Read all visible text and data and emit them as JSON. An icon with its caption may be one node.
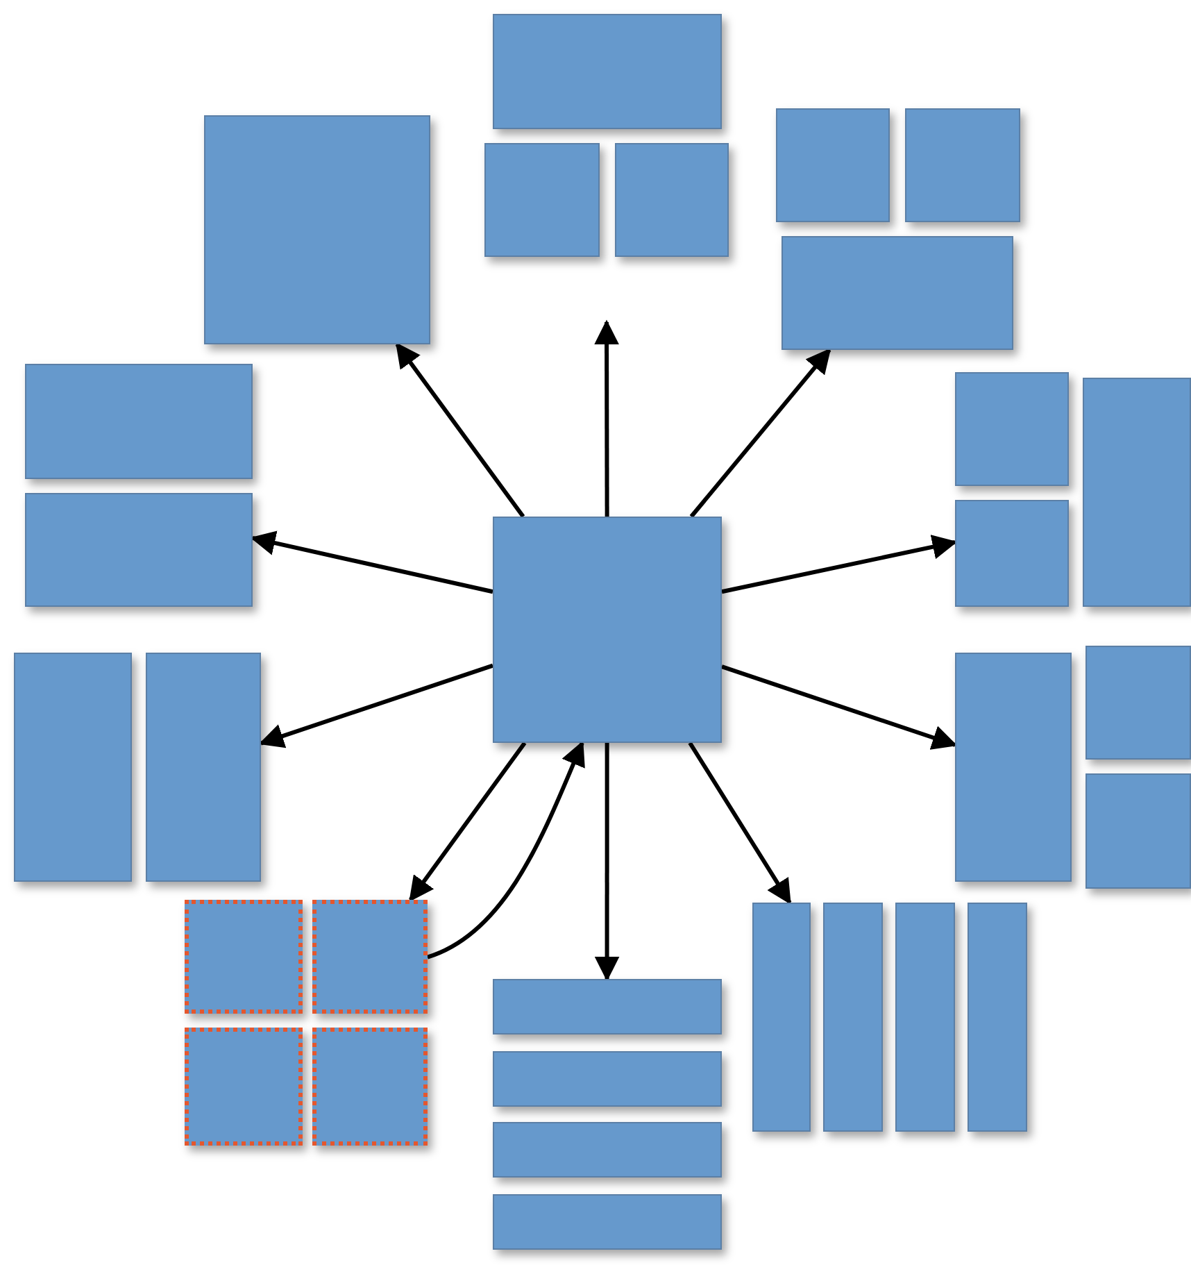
{
  "diagram": {
    "nodes": [
      {
        "text": [],
        "shape": "box"
      },
      {
        "text": [],
        "shape": "box"
      },
      {
        "text": [],
        "shape": "box"
      },
      {
        "text": [],
        "shape": "box"
      },
      {
        "text": [],
        "shape": "box"
      },
      {
        "text": [],
        "shape": "box"
      },
      {
        "text": [],
        "shape": "box"
      },
      {
        "text": [],
        "shape": "box"
      },
      {
        "text": [],
        "shape": "box"
      },
      {
        "text": [],
        "shape": "box"
      },
      {
        "text": [],
        "shape": "box"
      },
      {
        "text": [],
        "shape": "box"
      },
      {
        "text": [],
        "shape": "box"
      },
      {
        "text": [],
        "shape": "box"
      },
      {
        "text": [],
        "shape": "box"
      },
      {
        "text": [],
        "shape": "box"
      },
      {
        "text": [],
        "shape": "box"
      },
      {
        "text": [],
        "shape": "box"
      },
      {
        "text": [],
        "shape": "box"
      },
      {
        "text": [],
        "shape": "box"
      },
      {
        "text": [],
        "shape": "box"
      },
      {
        "text": [],
        "shape": "box"
      },
      {
        "text": [],
        "shape": "box"
      },
      {
        "text": [],
        "shape": "box"
      },
      {
        "text": [],
        "shape": "box"
      },
      {
        "text": [],
        "shape": "box"
      },
      {
        "text": [],
        "shape": "box"
      },
      {
        "text": [],
        "shape": "box"
      },
      {
        "text": [],
        "shape": "box"
      },
      {
        "text": [],
        "shape": "box"
      }
    ],
    "edges": [
      {
        "from": 12,
        "to": null,
        "arrow": "to"
      },
      {
        "from": 12,
        "to": 5,
        "arrow": "to"
      },
      {
        "from": 12,
        "to": 10,
        "arrow": "to"
      },
      {
        "from": 12,
        "to": 15,
        "arrow": "to"
      },
      {
        "from": 12,
        "to": 22,
        "arrow": "to"
      },
      {
        "from": 12,
        "to": 26,
        "arrow": "to"
      },
      {
        "from": 12,
        "to": 19,
        "arrow": "to"
      },
      {
        "from": 12,
        "to": 14,
        "arrow": "to"
      },
      {
        "from": 12,
        "to": 8,
        "arrow": "to"
      },
      {
        "from": 12,
        "to": 6,
        "arrow": "to"
      },
      {
        "from": 19,
        "to": 12,
        "arrow": "to"
      }
    ]
  }
}
